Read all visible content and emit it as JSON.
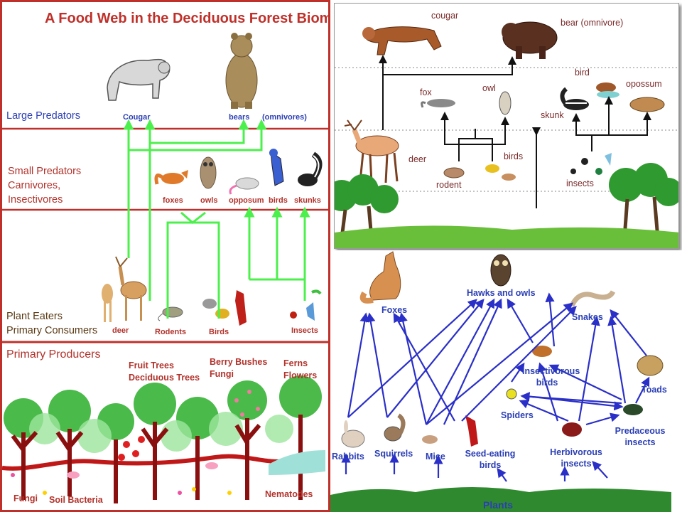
{
  "left": {
    "title": "A Food Web in the Deciduous Forest Biome",
    "levels": {
      "large": "Large Predators",
      "small": [
        "Small Predators",
        "Carnivores,",
        "Insectivores"
      ],
      "plant": [
        "Plant Eaters",
        "Primary Consumers"
      ],
      "producers": "Primary Producers"
    },
    "large_animals": {
      "cougar": "Cougar",
      "bears": "bears",
      "omnivores": "(omnivores)"
    },
    "small_animals": {
      "foxes": "foxes",
      "owls": "owls",
      "opposum": "opposum",
      "birds": "birds",
      "skunks": "skunks"
    },
    "plant_eaters": {
      "deer": "deer",
      "rodents": "Rodents",
      "birds": "Birds",
      "insects": "Insects"
    },
    "producers": {
      "fruit": [
        "Fruit Trees",
        "Deciduous Trees"
      ],
      "berry": [
        "Berry Bushes",
        "Fungi"
      ],
      "ferns": [
        "Ferns",
        "Flowers"
      ],
      "fungi": "Fungi",
      "soil": "Soil Bacteria",
      "nematodes": "Nematodes"
    },
    "colors": {
      "border": "#c0302a",
      "arrow": "#4cf04c",
      "label_blue": "#2b3fb5"
    }
  },
  "topright": {
    "labels": {
      "cougar": "cougar",
      "bear": "bear (omnivore)",
      "fox": "fox",
      "owl": "owl",
      "bird": "bird",
      "opossum": "opossum",
      "skunk": "skunk",
      "deer": "deer",
      "birds": "birds",
      "rodent": "rodent",
      "insects": "insects"
    }
  },
  "bottomright": {
    "labels": {
      "hawks": "Hawks and owls",
      "foxes": "Foxes",
      "snakes": "Snakes",
      "insectivorous": "Insectivorous birds",
      "toads": "Toads",
      "spiders": "Spiders",
      "predaceous": "Predaceous insects",
      "rabbits": "Rabbits",
      "squirrels": "Squirrels",
      "mice": "Mice",
      "seed": "Seed-eating birds",
      "herbivorous": "Herbivorous insects",
      "plants": "Plants"
    },
    "colors": {
      "arrow": "#2a2fc8"
    }
  }
}
